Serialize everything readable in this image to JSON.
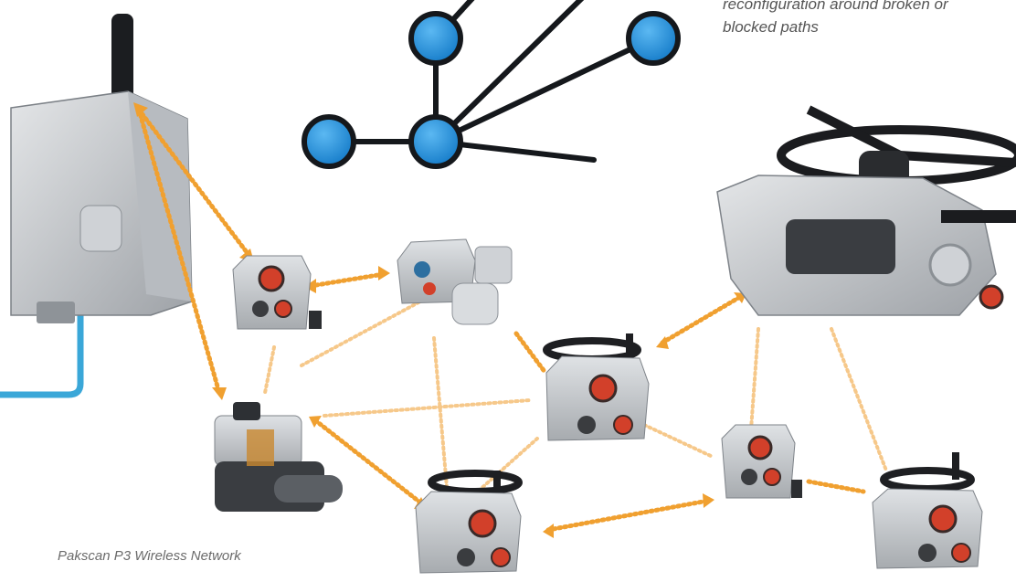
{
  "caption": "Pakscan P3 Wireless Network",
  "mesh_note": {
    "line1": "reconfiguration around broken or",
    "line2": "blocked paths"
  },
  "colors": {
    "node_fill": "#1e8fdc",
    "node_stroke": "#15181c",
    "link_arrow": "#f0a030",
    "link_arrow_faint": "#f6c88a",
    "actuator_body": "#c9ccd0",
    "actuator_accent": "#d2402a",
    "cable": "#3aa7d8"
  },
  "devices": [
    {
      "name": "pakscan-p3-master-station",
      "kind": "master station with antenna"
    },
    {
      "name": "actuator-small-1",
      "kind": "quarter-turn actuator"
    },
    {
      "name": "actuator-small-2",
      "kind": "actuator with gearbox"
    },
    {
      "name": "actuator-large-1",
      "kind": "multi-turn actuator with handwheel"
    },
    {
      "name": "actuator-large-2",
      "kind": "multi-turn actuator with handwheel"
    },
    {
      "name": "actuator-small-3",
      "kind": "quarter-turn actuator"
    },
    {
      "name": "actuator-large-3",
      "kind": "multi-turn actuator with handwheel"
    },
    {
      "name": "actuator-engine-type",
      "kind": "hydraulic actuator"
    },
    {
      "name": "actuator-large-main",
      "kind": "large multi-turn actuator"
    }
  ]
}
